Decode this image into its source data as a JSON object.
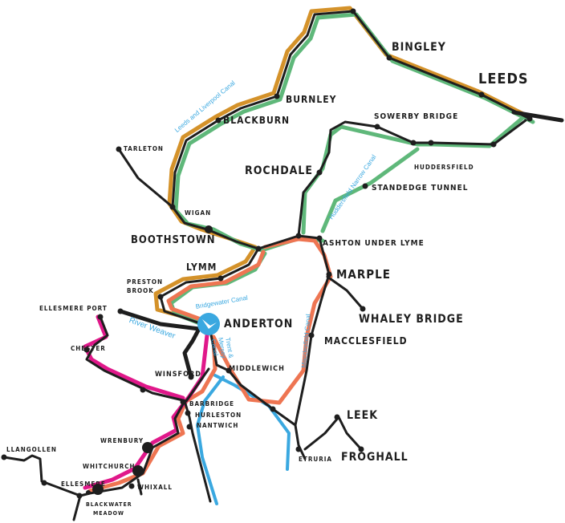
{
  "colors": {
    "leeds_liverpool": "#d4922a",
    "rochdale_huddersfield": "#5fb87a",
    "cheshire_ring": "#ee7552",
    "llangollen": "#e0188a",
    "river": "#3aa8e0",
    "line": "#1e1e1e"
  },
  "places": {
    "bingley": "BINGLEY",
    "leeds": "LEEDS",
    "burnley": "BURNLEY",
    "blackburn": "BLACKBURN",
    "sowerby_bridge": "SOWERBY BRIDGE",
    "tarleton": "TARLETON",
    "rochdale": "ROCHDALE",
    "huddersfield": "HUDDERSFIELD",
    "standedge_tunnel": "STANDEDGE TUNNEL",
    "wigan": "WIGAN",
    "boothstown": "BOOTHSTOWN",
    "ashton_under_lyme": "ASHTON UNDER LYME",
    "lymm": "LYMM",
    "marple": "MARPLE",
    "preston_brook_1": "PRESTON",
    "preston_brook_2": "BROOK",
    "ellesmere_port": "ELLESMERE PORT",
    "whaley_bridge": "WHALEY BRIDGE",
    "anderton": "ANDERTON",
    "macclesfield": "MACCLESFIELD",
    "chester": "CHESTER",
    "winsford": "WINSFORD",
    "middlewich": "MIDDLEWICH",
    "barbridge": "BARBRIDGE",
    "hurleston": "HURLESTON",
    "nantwich": "NANTWICH",
    "leek": "LEEK",
    "wrenbury": "WRENBURY",
    "llangollen": "LLANGOLLEN",
    "froghall": "FROGHALL",
    "etruria": "ETRURIA",
    "whitchurch": "WHITCHURCH",
    "ellesmere": "ELLESMERE",
    "whixall": "WHIXALL",
    "blackwater_1": "BLACKWATER",
    "blackwater_2": "MEADOW"
  },
  "canals": {
    "leeds_liverpool": "Leeds and Liverpool Canal",
    "huddersfield_narrow": "Huddersfield Narrow Canal",
    "bridgewater": "Bridgewater Canal",
    "river_weaver": "River Weaver",
    "trent_mersey_1": "Trent &",
    "trent_mersey_2": "Mersey",
    "trent_mersey_3": "Canal",
    "macclesfield": "Macclesfield Canal"
  },
  "icons": {
    "anderton": "boat-lift-icon"
  }
}
